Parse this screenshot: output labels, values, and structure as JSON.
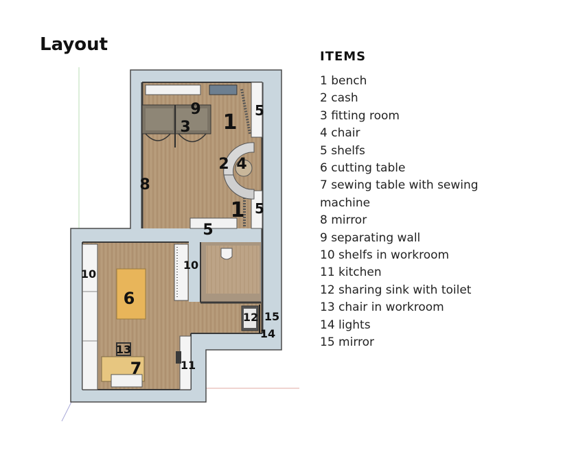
{
  "page_title": "Layout",
  "items_heading": "ITEMS",
  "items": [
    "1 bench",
    "2 cash",
    "3 fitting room",
    "4 chair",
    "5 shelfs",
    "6 cutting table",
    "7 sewing table with sewing machine",
    "8 mirror",
    "9 separating wall",
    "10 shelfs in workroom",
    "11 kitchen",
    "12 sharing sink with toilet",
    "13 chair in workroom",
    "14 lights",
    "15 mirror"
  ],
  "plan_labels": {
    "bench_top": "1",
    "bench_bottom": "1",
    "cash": "2",
    "fitting_room": "3",
    "chair": "4",
    "shelfs_top": "5",
    "shelfs_mid": "5",
    "shelfs_bottom": "5",
    "cutting_table": "6",
    "sewing_table": "7",
    "mirror": "8",
    "separating_wall": "9",
    "workroom_shelfs_left": "10",
    "workroom_shelfs_right": "10",
    "kitchen": "11",
    "sink": "12",
    "workroom_chair": "13",
    "lights": "14",
    "mirror_bath": "15"
  },
  "colors": {
    "wall": "#c9d6de",
    "wall_border": "#4a4a4a",
    "floor": "#b59a78",
    "floor_dark": "#9c8162",
    "table": "#e8b55a"
  }
}
